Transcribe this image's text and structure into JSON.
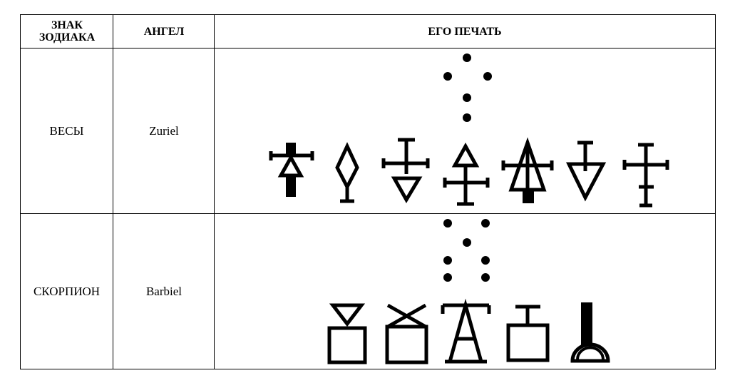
{
  "header": {
    "col_sign": "ЗНАК ЗОДИАКА",
    "col_angel": "АНГЕЛ",
    "col_seal": "ЕГО ПЕЧАТЬ"
  },
  "rows": [
    {
      "sign": "ВЕСЫ",
      "angel": "Zuriel"
    },
    {
      "sign": "СКОРПИОН",
      "angel": "Barbiel"
    }
  ]
}
